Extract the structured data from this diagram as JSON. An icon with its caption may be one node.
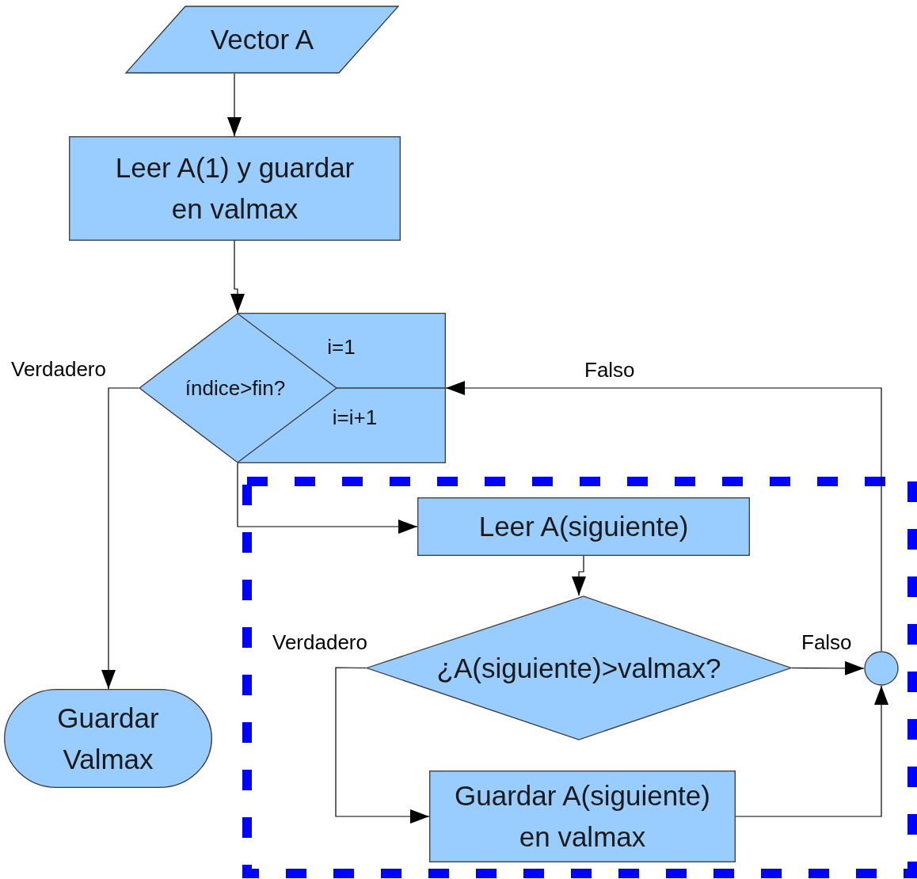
{
  "diagram": {
    "nodes": [
      {
        "text": [
          "Vector A"
        ]
      },
      {
        "text": [
          "Leer A(1) y guardar en valmax"
        ]
      },
      {
        "text": [
          "índice>fin?",
          "i=1",
          "i=i+1"
        ]
      },
      {
        "text": [
          "Guardar Valmax"
        ]
      },
      {
        "text": [],
        "shape": "box"
      },
      {
        "text": [
          "Leer A(siguiente)"
        ],
        "in": 4
      },
      {
        "text": [
          "¿A(siguiente)>valmax?"
        ],
        "in": 4
      },
      {
        "text": [],
        "shape": "circle",
        "in": 4
      },
      {
        "text": [
          "Guardar A(siguiente) en valmax"
        ],
        "in": 4
      }
    ],
    "edges": [
      {
        "from": 0,
        "to": 1,
        "arrow": "to"
      },
      {
        "from": 1,
        "to": 2,
        "arrow": "to"
      },
      {
        "from": 2,
        "to": 3,
        "arrow": "to",
        "label": "Verdadero"
      },
      {
        "from": 2,
        "to": 5,
        "arrow": "to"
      },
      {
        "from": 5,
        "to": 6,
        "arrow": "to"
      },
      {
        "from": 6,
        "to": 7,
        "arrow": "to",
        "label": "Falso"
      },
      {
        "from": 6,
        "to": 8,
        "arrow": "to",
        "label": "Verdadero"
      },
      {
        "from": 8,
        "to": 7,
        "arrow": "to"
      },
      {
        "from": 7,
        "to": 2,
        "arrow": "to",
        "label": "Falso"
      }
    ]
  }
}
